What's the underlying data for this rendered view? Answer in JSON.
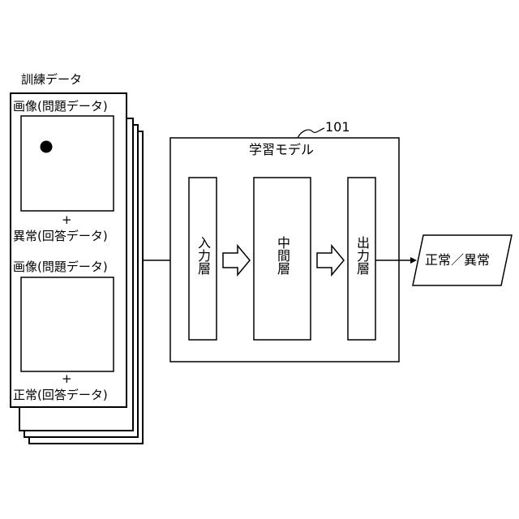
{
  "training_data": {
    "title": "訓練データ",
    "sample1": {
      "image_label": "画像(問題データ)",
      "plus": "+",
      "answer_label": "異常(回答データ)"
    },
    "sample2": {
      "image_label": "画像(問題データ)",
      "plus": "+",
      "answer_label": "正常(回答データ)"
    }
  },
  "model": {
    "ref": "101",
    "title": "学習モデル",
    "input_layer": "入力層",
    "middle_layer": "中間層",
    "output_layer": "出力層"
  },
  "output": {
    "label": "正常／異常"
  }
}
